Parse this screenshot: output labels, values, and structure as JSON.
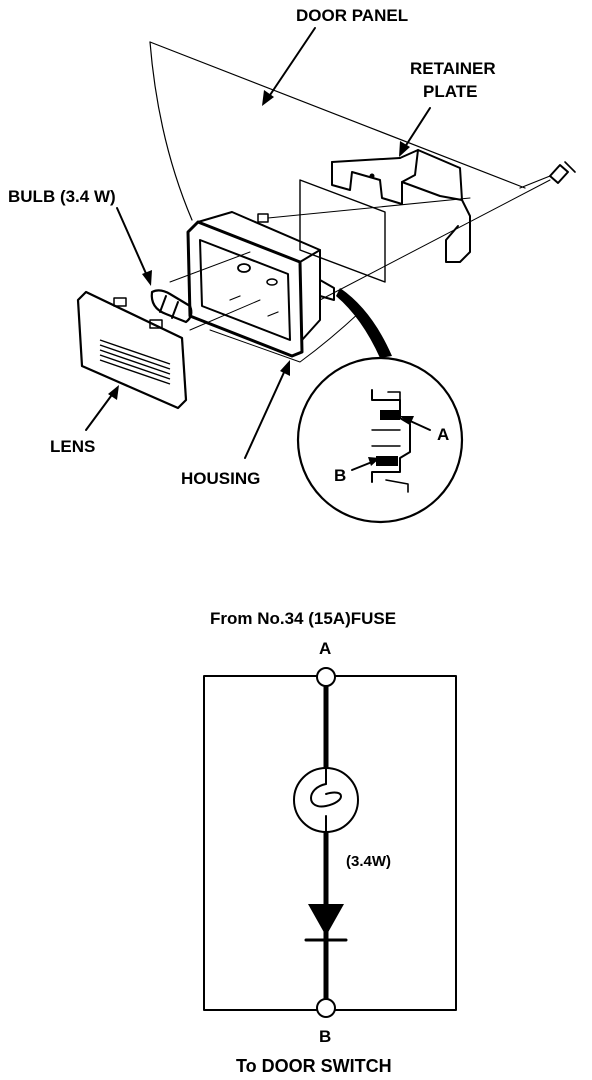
{
  "exploded_view": {
    "labels": {
      "door_panel": "DOOR PANEL",
      "retainer_plate_line1": "RETAINER",
      "retainer_plate_line2": "PLATE",
      "bulb": "BULB (3.4 W)",
      "lens": "LENS",
      "housing": "HOUSING",
      "terminal_a": "A",
      "terminal_b": "B"
    }
  },
  "circuit": {
    "source_label": "From No.34 (15A)FUSE",
    "node_top": "A",
    "bulb_rating": "(3.4W)",
    "node_bottom": "B",
    "destination_label": "To DOOR SWITCH"
  },
  "colors": {
    "ink": "#000000",
    "paper": "#ffffff"
  }
}
